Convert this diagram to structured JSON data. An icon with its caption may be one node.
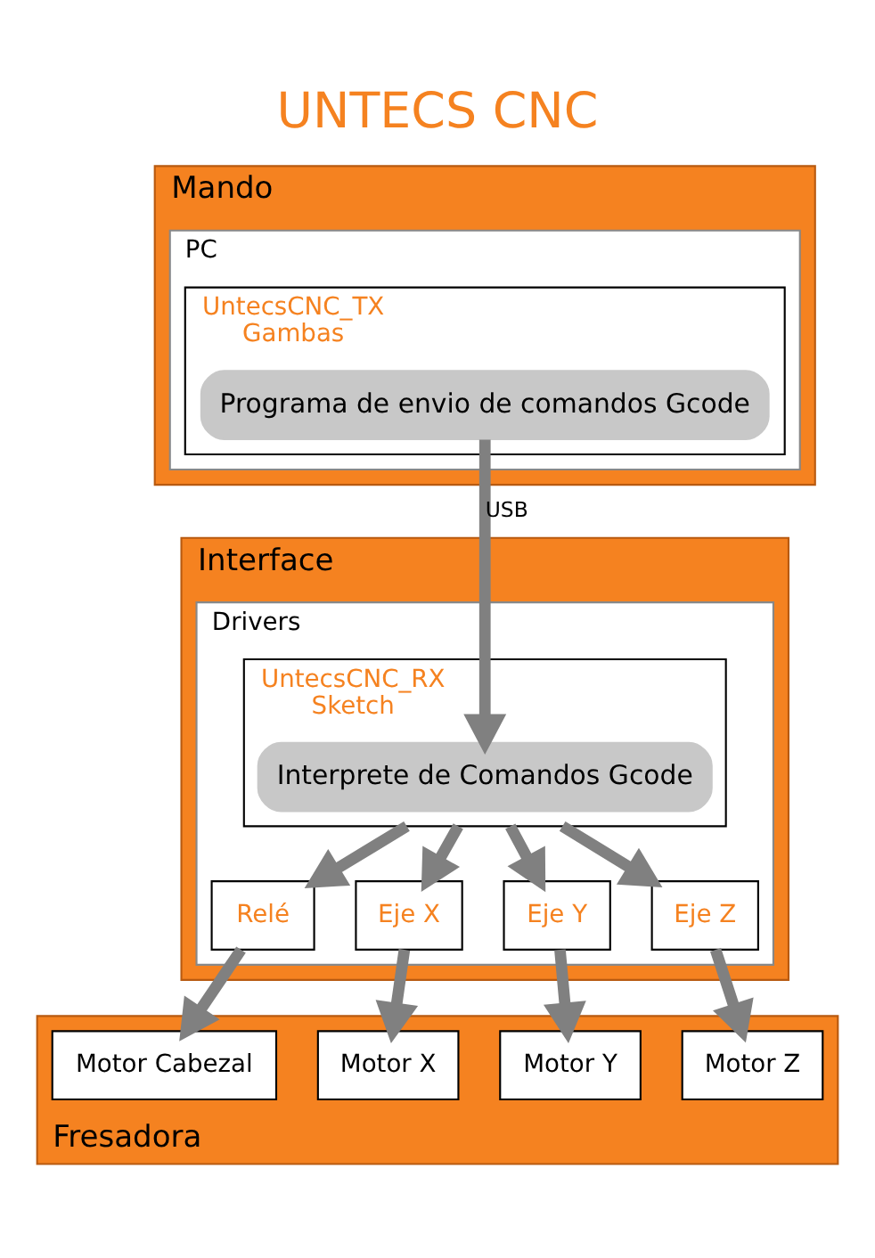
{
  "diagram": {
    "title": "UNTECS CNC",
    "nodes": [
      {
        "text": [
          "Mando"
        ]
      },
      {
        "text": [
          "PC"
        ],
        "in": 0
      },
      {
        "text": [
          "UntecsCNC_TX",
          "Gambas"
        ],
        "in": 1
      },
      {
        "text": [
          "Programa de envio de comandos Gcode"
        ],
        "in": 2
      },
      {
        "text": [
          "Interface"
        ]
      },
      {
        "text": [
          "Drivers"
        ],
        "in": 4
      },
      {
        "text": [
          "UntecsCNC_RX",
          "Sketch"
        ],
        "in": 5
      },
      {
        "text": [
          "Interprete de Comandos Gcode"
        ],
        "in": 6
      },
      {
        "text": [
          "Relé"
        ],
        "in": 5
      },
      {
        "text": [
          "Eje X"
        ],
        "in": 5
      },
      {
        "text": [
          "Eje Y"
        ],
        "in": 5
      },
      {
        "text": [
          "Eje Z"
        ],
        "in": 5
      },
      {
        "text": [
          "Fresadora"
        ]
      },
      {
        "text": [
          "Motor Cabezal"
        ],
        "in": 12
      },
      {
        "text": [
          "Motor X"
        ],
        "in": 12
      },
      {
        "text": [
          "Motor Y"
        ],
        "in": 12
      },
      {
        "text": [
          "Motor Z"
        ],
        "in": 12
      }
    ],
    "edges": [
      {
        "from": 3,
        "to": 7,
        "arrow": "to",
        "label": "USB"
      },
      {
        "from": 6,
        "to": 8,
        "arrow": "to"
      },
      {
        "from": 6,
        "to": 9,
        "arrow": "to"
      },
      {
        "from": 6,
        "to": 10,
        "arrow": "to"
      },
      {
        "from": 6,
        "to": 11,
        "arrow": "to"
      },
      {
        "from": 8,
        "to": 13,
        "arrow": "to"
      },
      {
        "from": 9,
        "to": 14,
        "arrow": "to"
      },
      {
        "from": 10,
        "to": 15,
        "arrow": "to"
      },
      {
        "from": 11,
        "to": 16,
        "arrow": "to"
      }
    ]
  }
}
